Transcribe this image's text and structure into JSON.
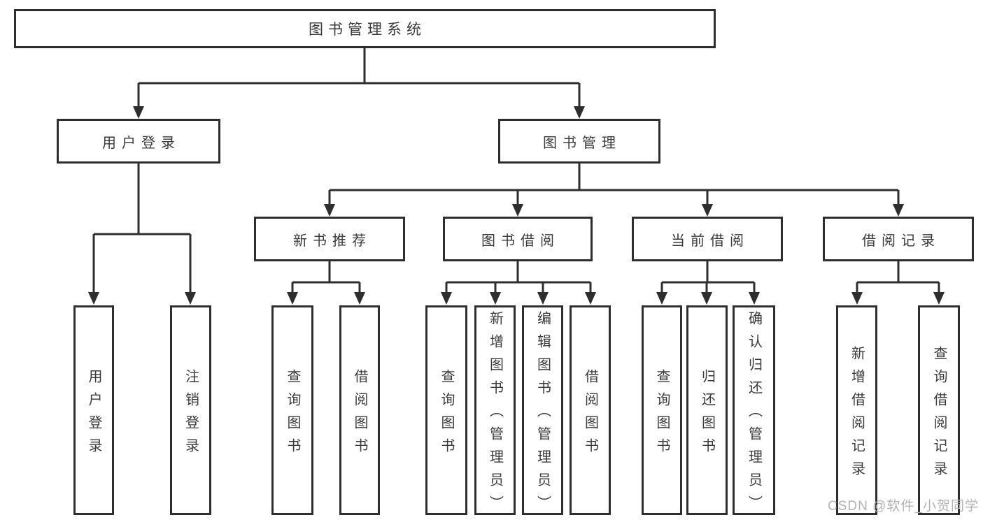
{
  "diagram": {
    "root": {
      "label": "图书管理系统"
    },
    "branches": [
      {
        "label": "用户登录",
        "children": [
          {
            "label": "用户登录"
          },
          {
            "label": "注销登录"
          }
        ]
      },
      {
        "label": "图书管理",
        "children": [
          {
            "label": "新书推荐",
            "children": [
              {
                "label": "查询图书"
              },
              {
                "label": "借阅图书"
              }
            ]
          },
          {
            "label": "图书借阅",
            "children": [
              {
                "label": "查询图书"
              },
              {
                "label": "新增图书（管理员）"
              },
              {
                "label": "编辑图书（管理员）"
              },
              {
                "label": "借阅图书"
              }
            ]
          },
          {
            "label": "当前借阅",
            "children": [
              {
                "label": "查询图书"
              },
              {
                "label": "归还图书"
              },
              {
                "label": "确认归还（管理员）"
              }
            ]
          },
          {
            "label": "借阅记录",
            "children": [
              {
                "label": "新增借阅记录"
              },
              {
                "label": "查询借阅记录"
              }
            ]
          }
        ]
      }
    ],
    "colors": {
      "line": "#2e2e2e",
      "text": "#3a3a3a",
      "watermark": "#b2b2b2",
      "background": "#ffffff"
    }
  },
  "watermark": {
    "text": "CSDN @软件_小贺同学"
  }
}
